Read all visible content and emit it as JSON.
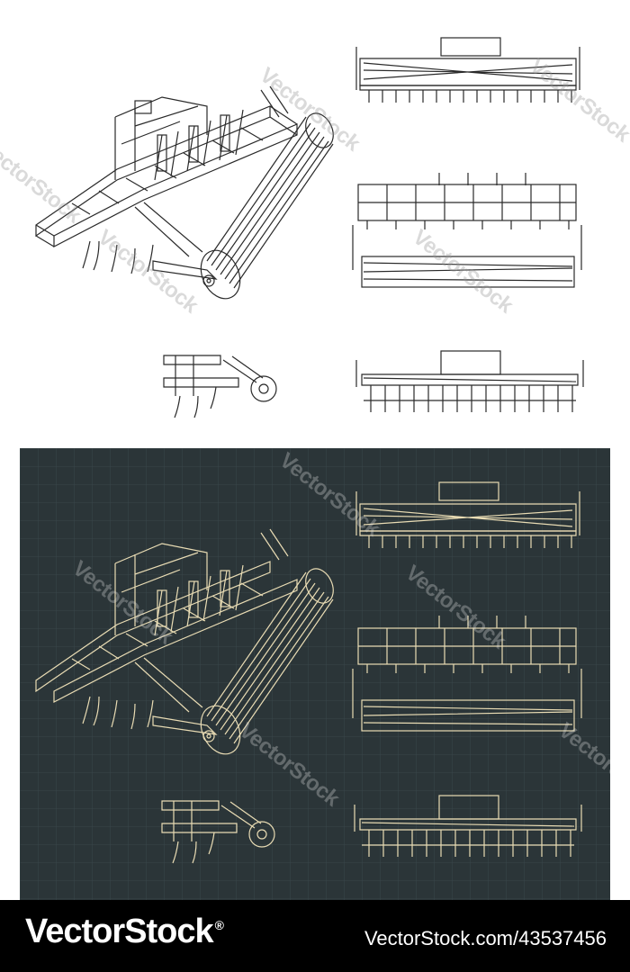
{
  "watermark": {
    "text": "VectorStock"
  },
  "footer": {
    "logo_text": "VectorStock",
    "logo_mark": "®",
    "image_id": "VectorStock.com/43537456"
  },
  "colors": {
    "light_line": "#2a2a2a",
    "dark_bg": "#2b3538",
    "dark_grid": "#3b4a4e",
    "dark_line": "#e9dcb4",
    "footer_bg": "#000000"
  }
}
